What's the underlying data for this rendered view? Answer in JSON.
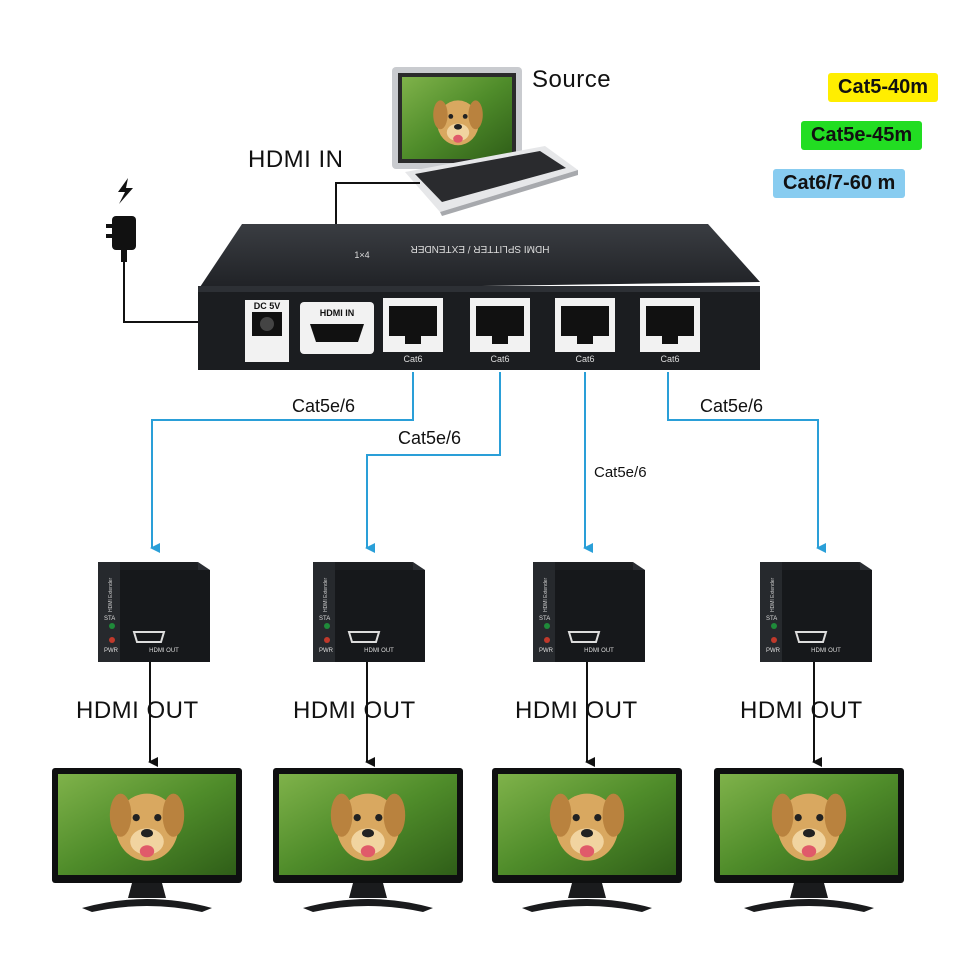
{
  "labels": {
    "source": "Source",
    "hdmi_in": "HDMI IN",
    "cable_labels": [
      "Cat5e/6",
      "Cat5e/6",
      "Cat5e/6",
      "Cat5e/6"
    ],
    "hdmi_out": "HDMI  OUT"
  },
  "badges": [
    {
      "text": "Cat5-40m",
      "color": "#ffee00"
    },
    {
      "text": "Cat5e-45m",
      "color": "#22dd22"
    },
    {
      "text": "Cat6/7-60 m",
      "color": "#88ccf0"
    }
  ],
  "splitter": {
    "top_text": "HDMI SPLITTER / EXTENDER",
    "model_tag": "1×4",
    "dc_label": "DC 5V",
    "hdmi_label": "HDMI IN",
    "port_labels": [
      "Cat6",
      "Cat6",
      "Cat6",
      "Cat6"
    ]
  },
  "receiver": {
    "sta": "STA",
    "pwr": "PWR",
    "hdmi_out": "HDMI OUT",
    "top_text": "HDMI Extender"
  },
  "colors": {
    "cable_blue": "#2a9fd8",
    "device_dark": "#1d1f22",
    "wire_black": "#111111"
  },
  "icons": [
    "power-bolt-icon",
    "power-adapter-icon",
    "laptop-icon",
    "tv-monitor-icon",
    "dog-image-icon"
  ]
}
